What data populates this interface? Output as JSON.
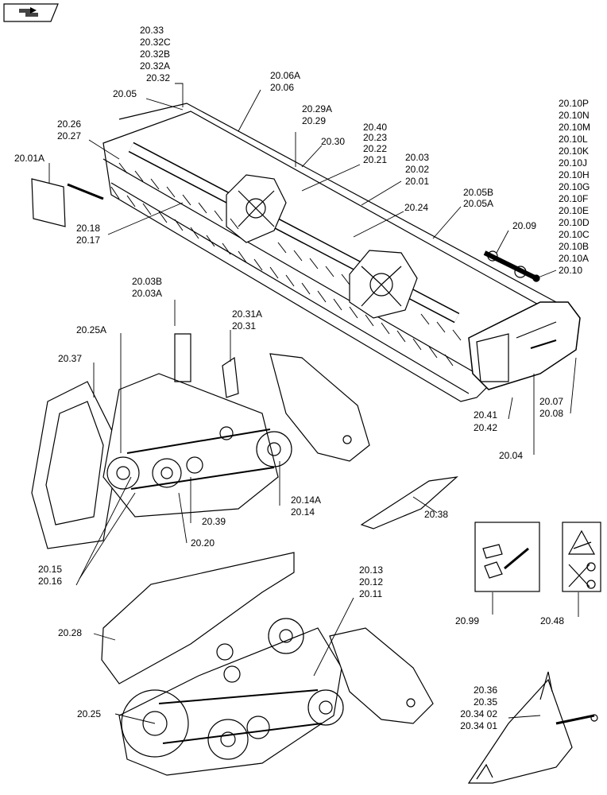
{
  "nav": {
    "icon": "book-back-icon"
  },
  "callouts": {
    "c2033": "20.33",
    "c2032C": "20.32C",
    "c2032B": "20.32B",
    "c2032A": "20.32A",
    "c2032": "20.32",
    "c2006A": "20.06A",
    "c2006": "20.06",
    "c2005": "20.05",
    "c2029A": "20.29A",
    "c2029": "20.29",
    "c2026": "20.26",
    "c2027": "20.27",
    "c2040": "20.40",
    "c2023": "20.23",
    "c2022": "20.22",
    "c2021": "20.21",
    "c2030": "20.30",
    "c2001A": "20.01A",
    "c2003": "20.03",
    "c2002": "20.02",
    "c2001": "20.01",
    "c2005B": "20.05B",
    "c2005A": "20.05A",
    "c2024": "20.24",
    "c2018": "20.18",
    "c2017": "20.17",
    "c2010P": "20.10P",
    "c2010N": "20.10N",
    "c2010M": "20.10M",
    "c2010L": "20.10L",
    "c2010K": "20.10K",
    "c2010J": "20.10J",
    "c2010H": "20.10H",
    "c2010G": "20.10G",
    "c2010F": "20.10F",
    "c2010E": "20.10E",
    "c2010D": "20.10D",
    "c2010C": "20.10C",
    "c2010B": "20.10B",
    "c2010A": "20.10A",
    "c2010": "20.10",
    "c2009": "20.09",
    "c2003B": "20.03B",
    "c2003A": "20.03A",
    "c2025A": "20.25A",
    "c2031A": "20.31A",
    "c2031": "20.31",
    "c2037": "20.37",
    "c2007": "20.07",
    "c2008": "20.08",
    "c2041": "20.41",
    "c2042": "20.42",
    "c2004": "20.04",
    "c2014A": "20.14A",
    "c2014": "20.14",
    "c2038": "20.38",
    "c2039": "20.39",
    "c2020": "20.20",
    "c2015": "20.15",
    "c2016": "20.16",
    "c2013": "20.13",
    "c2012": "20.12",
    "c2011": "20.11",
    "c2099": "20.99",
    "c2048": "20.48",
    "c2028": "20.28",
    "c2025": "20.25",
    "c2036": "20.36",
    "c2035": "20.35",
    "c2034_02": "20.34 02",
    "c2034_01": "20.34 01"
  }
}
